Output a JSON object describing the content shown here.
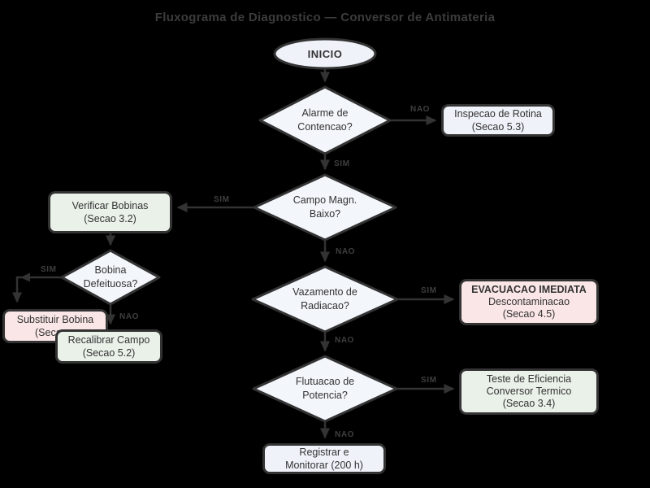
{
  "title": "Fluxograma de Diagnostico — Conversor de Antimateria",
  "colors": {
    "bg": "#000000",
    "stroke": "#333333",
    "neutral": "#eff2f9",
    "diamond": "#f3f6fb",
    "green": "#eaf1e9",
    "pink": "#fae6e6",
    "nodetext": "#333333",
    "labelc": "#3f3f3f",
    "titlec": "#3c3c3c"
  },
  "nodes": {
    "inicio": {
      "label": "INICIO"
    },
    "alarme": {
      "line1": "Alarme de",
      "line2": "Contencao?"
    },
    "inspecao": {
      "line1": "Inspecao de Rotina",
      "line2": "(Secao 5.3)"
    },
    "campo": {
      "line1": "Campo Magn.",
      "line2": "Baixo?"
    },
    "verificar": {
      "line1": "Verificar Bobinas",
      "line2": "(Secao 3.2)"
    },
    "bobina": {
      "line1": "Bobina",
      "line2": "Defeituosa?"
    },
    "substituir": {
      "line1": "Substituir Bobina",
      "line2": "(Seca"
    },
    "recalibrar": {
      "line1": "Recalibrar Campo",
      "line2": "(Secao 5.2)"
    },
    "vazamento": {
      "line1": "Vazamento de",
      "line2": "Radiacao?"
    },
    "evacuacao": {
      "line1": "EVACUACAO IMEDIATA",
      "line2": "Descontaminacao",
      "line3": "(Secao 4.5)"
    },
    "flutuacao": {
      "line1": "Flutuacao de",
      "line2": "Potencia?"
    },
    "teste": {
      "line1": "Teste de Eficiencia",
      "line2": "Conversor Termico",
      "line3": "(Secao 3.4)"
    },
    "registrar": {
      "line1": "Registrar e",
      "line2": "Monitorar (200 h)"
    }
  },
  "edge_labels": {
    "nao_alarme": "NAO",
    "sim_alarme": "SIM",
    "sim_campo": "SIM",
    "nao_campo": "NAO",
    "sim_bobina": "SIM",
    "nao_bobina": "NAO",
    "sim_vazamento": "SIM",
    "nao_vazamento": "NAO",
    "sim_flutuacao": "SIM",
    "nao_flutuacao": "NAO"
  }
}
